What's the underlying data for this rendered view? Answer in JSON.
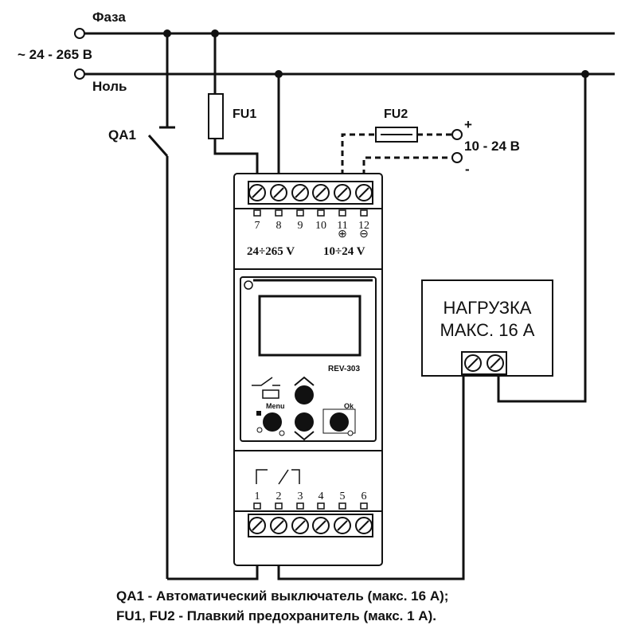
{
  "supply": {
    "phase": "Фаза",
    "neutral": "Ноль",
    "voltage": "~ 24 - 265 В"
  },
  "breaker": {
    "label": "QA1"
  },
  "fuse1": {
    "label": "FU1"
  },
  "fuse2": {
    "label": "FU2"
  },
  "dc_supply": {
    "plus": "+",
    "minus": "-",
    "voltage": "10 - 24 В"
  },
  "device": {
    "model": "REV-303",
    "top_terminals": [
      "7",
      "8",
      "9",
      "10",
      "11",
      "12"
    ],
    "top_polarity": [
      "⊕",
      "⊖"
    ],
    "ac_range": "24÷265 V",
    "dc_range": "10÷24 V",
    "bottom_terminals": [
      "1",
      "2",
      "3",
      "4",
      "5",
      "6"
    ],
    "buttons": {
      "menu": "Menu",
      "ok": "Ok"
    }
  },
  "load": {
    "line1": "НАГРУЗКА",
    "line2": "МАКС. 16 А"
  },
  "notes": {
    "line1": "QA1 - Автоматический выключатель (макс. 16 А);",
    "line2": "FU1, FU2 - Плавкий предохранитель  (макс. 1 А)."
  }
}
